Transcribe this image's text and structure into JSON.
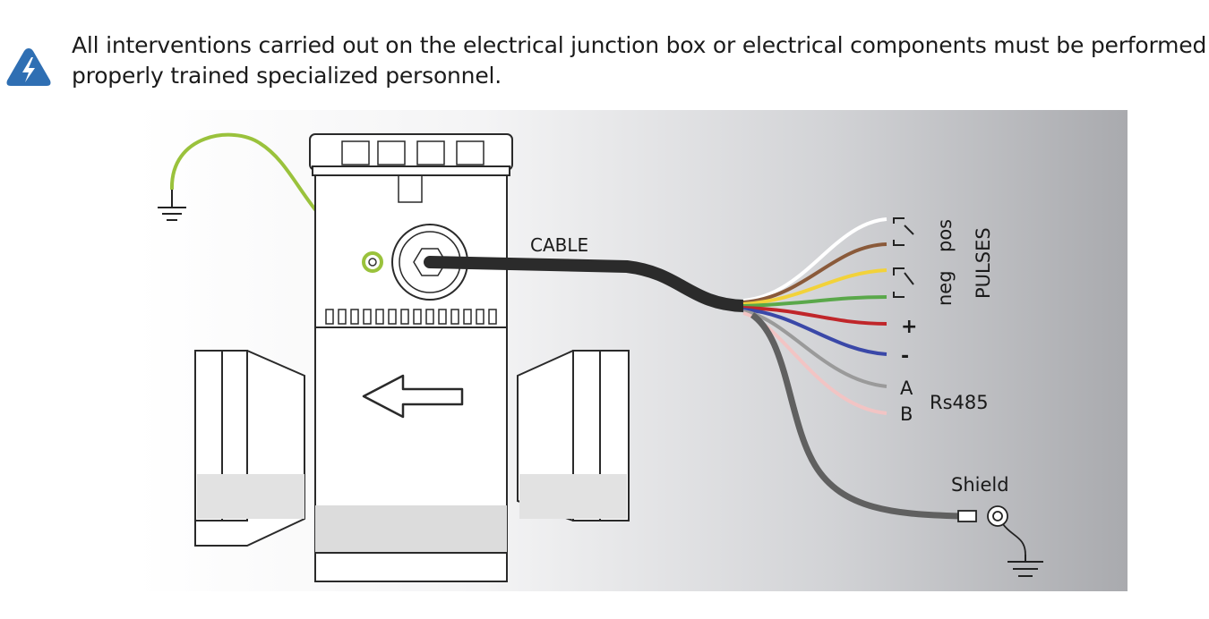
{
  "warning": {
    "icon": "high-voltage-warning-icon",
    "line1": "All interventions carried out on the electrical junction box or electrical components must be performed by",
    "line2": "properly trained specialized personnel.",
    "icon_color": "#2f6fb3"
  },
  "diagram": {
    "cable_label": "CABLE",
    "terminals": [
      {
        "label": "",
        "wire_color": "#ffffff"
      },
      {
        "label": "",
        "wire_color": "#8a5a3a"
      },
      {
        "label": "",
        "wire_color": "#f2d23a"
      },
      {
        "label": "",
        "wire_color": "#5aa84a"
      },
      {
        "label": "+",
        "wire_color": "#c0262a"
      },
      {
        "label": "-",
        "wire_color": "#3a48a8"
      },
      {
        "label": "A",
        "wire_color": "#9a9a9a"
      },
      {
        "label": "B",
        "wire_color": "#f2c4c4"
      }
    ],
    "pos_label": "pos",
    "neg_label": "neg",
    "pulses_label": "PULSES",
    "rs485_label": "Rs485",
    "shield_label": "Shield",
    "ground_wire_color": "#9ac23c",
    "shield_wire_color": "#606060"
  }
}
